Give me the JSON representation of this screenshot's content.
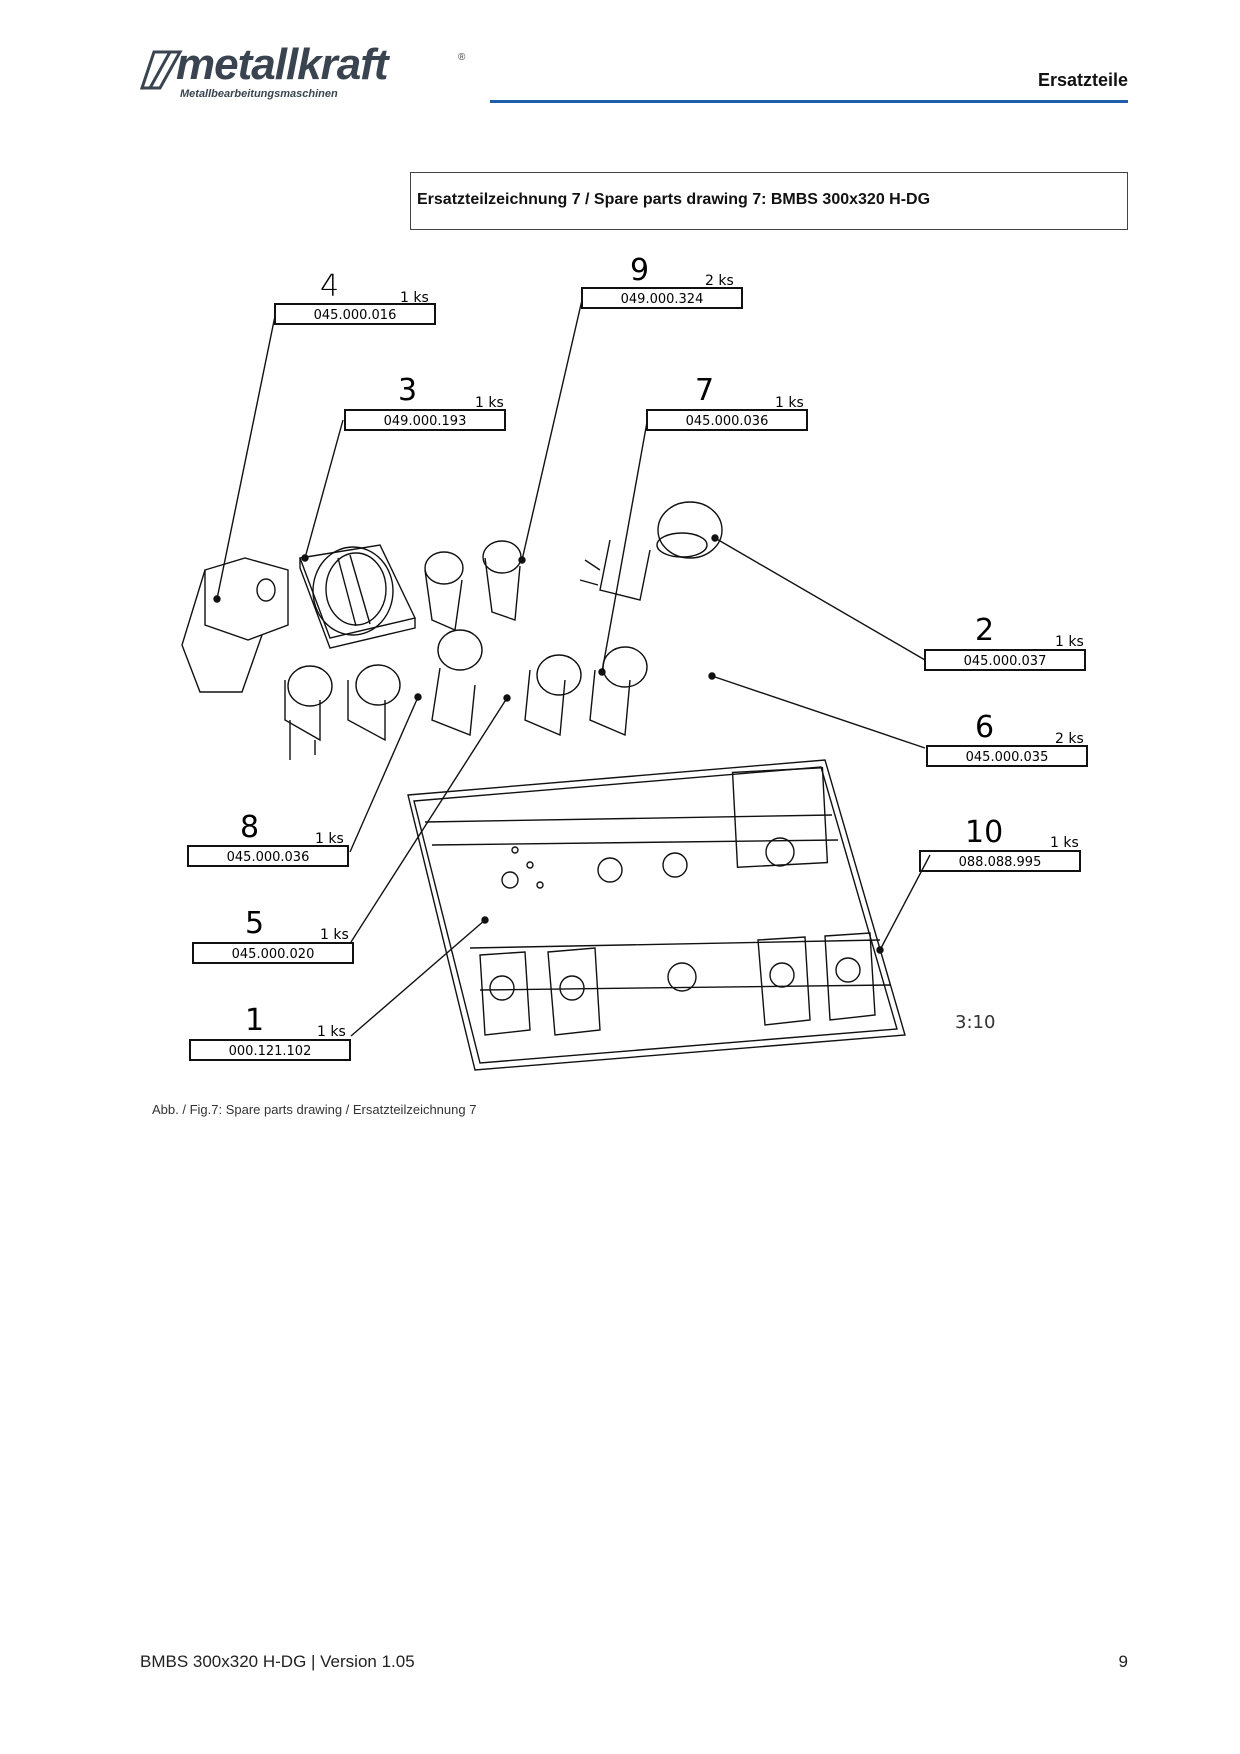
{
  "header": {
    "logo_word": "metallkraft",
    "logo_reg": "®",
    "logo_sub": "Metallbearbeitungsmaschinen",
    "section": "Ersatzteile",
    "rule_color": "#1f5ea8"
  },
  "title": "Ersatzteilzeichnung 7 / Spare parts drawing 7: BMBS 300x320 H-DG",
  "parts": [
    {
      "pos": "4",
      "qty": "1 ks",
      "number": "045.000.016"
    },
    {
      "pos": "9",
      "qty": "2 ks",
      "number": "049.000.324"
    },
    {
      "pos": "3",
      "qty": "1 ks",
      "number": "049.000.193"
    },
    {
      "pos": "7",
      "qty": "1 ks",
      "number": "045.000.036"
    },
    {
      "pos": "2",
      "qty": "1 ks",
      "number": "045.000.037"
    },
    {
      "pos": "6",
      "qty": "2 ks",
      "number": "045.000.035"
    },
    {
      "pos": "8",
      "qty": "1 ks",
      "number": "045.000.036"
    },
    {
      "pos": "10",
      "qty": "1 ks",
      "number": "088.088.995"
    },
    {
      "pos": "5",
      "qty": "1 ks",
      "number": "045.000.020"
    },
    {
      "pos": "1",
      "qty": "1 ks",
      "number": "000.121.102"
    }
  ],
  "scale": "3:10",
  "caption": "Abb.  / Fig.7: Spare parts drawing / Ersatzteilzeichnung 7",
  "footer": {
    "doc": "BMBS 300x320 H-DG | Version 1.05",
    "page": "9"
  }
}
